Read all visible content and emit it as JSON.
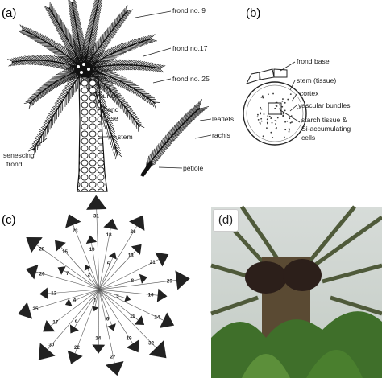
{
  "panels": {
    "a": {
      "letter": "(a)",
      "labels": {
        "frond9": "frond no. 9",
        "frond17": "frond no.17",
        "frond25": "frond no. 25",
        "fruit_bunch_1": "fruit",
        "fruit_bunch_2": "bunch",
        "frond_base_1": "frond",
        "frond_base_2": "base",
        "stem": "stem",
        "senescing_1": "senescing",
        "senescing_2": "frond",
        "leaflets": "leaflets",
        "rachis": "rachis",
        "petiole": "petiole"
      }
    },
    "b": {
      "letter": "(b)",
      "labels": {
        "frond_base": "frond base",
        "stem_tissue": "stem (tissue)",
        "cortex": "cortex",
        "vascular": "vascular bundles",
        "starch_1": "starch tissue &",
        "starch_2": "Si-accumulating",
        "starch_3": "cells"
      }
    },
    "c": {
      "letter": "(c)",
      "frond_numbers": [
        "1",
        "2",
        "3",
        "4",
        "5",
        "6",
        "7",
        "8",
        "9",
        "10",
        "11",
        "12",
        "13",
        "14",
        "15",
        "16",
        "17",
        "18",
        "19",
        "20",
        "21",
        "22",
        "23",
        "24",
        "25",
        "26",
        "27",
        "28",
        "29",
        "30",
        "31",
        "32"
      ]
    },
    "d": {
      "letter": "(d)"
    }
  }
}
